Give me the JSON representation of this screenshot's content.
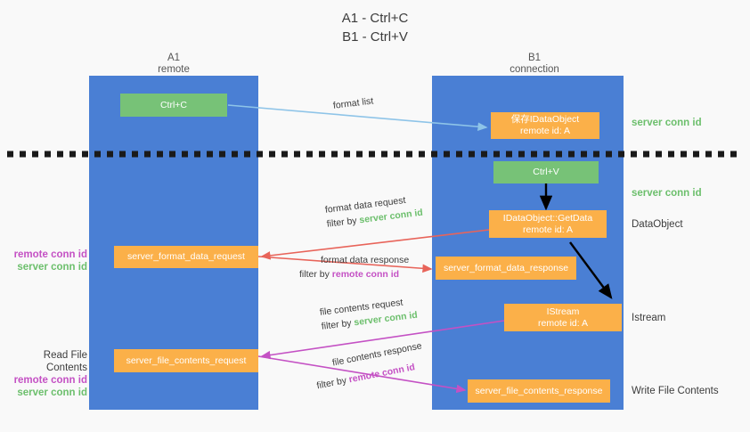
{
  "title": {
    "line1": "A1 - Ctrl+C",
    "line2": "B1 - Ctrl+V"
  },
  "columns": {
    "left": {
      "name": "A1",
      "role": "remote"
    },
    "right": {
      "name": "B1",
      "role": "connection"
    }
  },
  "colors": {
    "lane": "#4a7fd4",
    "green_box": "#77c277",
    "orange_box": "#fbb049",
    "server_conn": "#6cbf6c",
    "remote_conn": "#c451c4",
    "background": "#f9f9f9",
    "arrow_blue": "#8ec4e8",
    "arrow_red": "#e8645a",
    "arrow_magenta": "#c451c4",
    "arrow_black": "#000000"
  },
  "nodes": {
    "ctrl_c": {
      "label": "Ctrl+C"
    },
    "save_dataobject": {
      "line1": "保存IDataObject",
      "line2": "remote id: A"
    },
    "ctrl_v": {
      "label": "Ctrl+V"
    },
    "getdata": {
      "line1": "IDataObject::GetData",
      "line2": "remote id: A"
    },
    "istream": {
      "line1": "IStream",
      "line2": "remote id: A"
    },
    "server_format_data_request": {
      "label": "server_format_data_request"
    },
    "server_format_data_response": {
      "label": "server_format_data_response"
    },
    "server_file_contents_request": {
      "label": "server_file_contents_request"
    },
    "server_file_contents_response": {
      "label": "server_file_contents_response"
    }
  },
  "right_notes": {
    "n1": "server conn id",
    "n2": "server conn id",
    "n3": "DataObject",
    "n4": "Istream",
    "n5": "Write File Contents"
  },
  "left_notes": {
    "group1": {
      "remote": "remote conn id",
      "server": "server conn id"
    },
    "group2": {
      "heading": "Read File Contents",
      "remote": "remote conn id",
      "server": "server conn id"
    }
  },
  "edges": {
    "format_list": {
      "label": "format list"
    },
    "format_data_request": {
      "label": "format data request",
      "filter_prefix": "filter by ",
      "filter_value": "server conn id"
    },
    "format_data_response": {
      "label": "format data response",
      "filter_prefix": "filter by ",
      "filter_value": "remote conn id"
    },
    "file_contents_request": {
      "label": "file contents request",
      "filter_prefix": "filter by ",
      "filter_value": "server conn id"
    },
    "file_contents_response": {
      "label": "file contents response",
      "filter_prefix": "filter by ",
      "filter_value": "remote conn id"
    }
  }
}
